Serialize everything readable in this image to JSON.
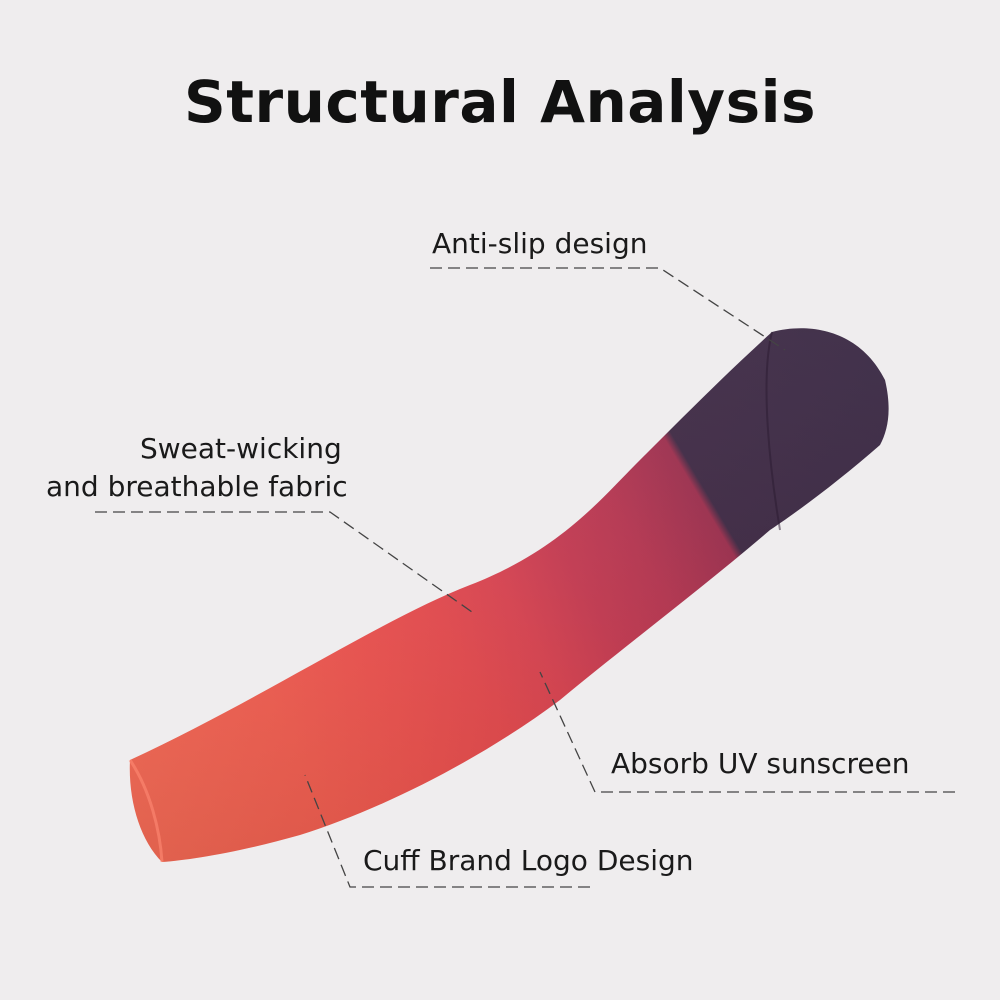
{
  "title": "Structural Analysis",
  "labels": {
    "anti_slip": "Anti-slip design",
    "sweat_line1": "Sweat-wicking",
    "sweat_line2": "and breathable fabric",
    "absorb_uv": "Absorb UV sunscreen",
    "cuff_logo": "Cuff Brand Logo Design"
  },
  "colors": {
    "top_band": "#3a2440",
    "mid_band": "#b8324e",
    "lower_band": "#ec4a4e",
    "cuff_band": "#ff6a55",
    "background": "#efedee"
  }
}
